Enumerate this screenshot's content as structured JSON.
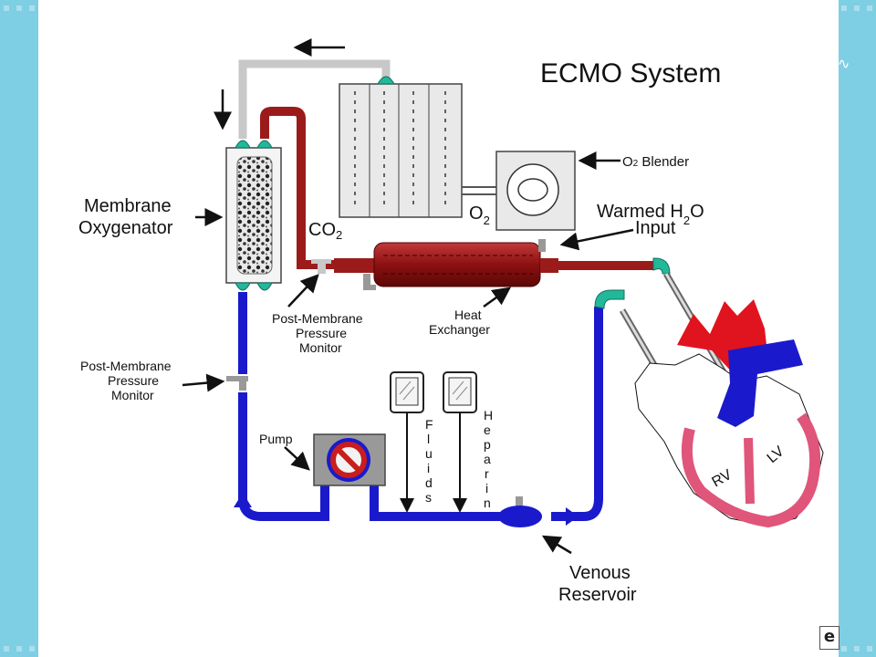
{
  "title": "ECMO System",
  "labels": {
    "oxygenator_line1": "Membrane",
    "oxygenator_line2": "Oxygenator",
    "co2_main": "CO",
    "co2_sub": "2",
    "o2_main": "O",
    "o2_sub": "2",
    "o2_blender_main": "O",
    "o2_blender_sub": "2",
    "o2_blender_rest": " Blender",
    "warmed_water_a": "Warmed H",
    "warmed_water_sub": "2",
    "warmed_water_b": "O",
    "warmed_water_line2": "Input",
    "post_membrane_upper_l1": "Post-Membrane",
    "post_membrane_upper_l2": "Pressure",
    "post_membrane_upper_l3": "Monitor",
    "heat_exchanger_l1": "Heat",
    "heat_exchanger_l2": "Exchanger",
    "post_membrane_lower_l1": "Post-Membrane",
    "post_membrane_lower_l2": "Pressure",
    "post_membrane_lower_l3": "Monitor",
    "pump": "Pump",
    "fluids": [
      "F",
      "l",
      "u",
      "i",
      "d",
      "s"
    ],
    "heparin": [
      "H",
      "e",
      "p",
      "a",
      "r",
      "i",
      "n"
    ],
    "venous_l1": "Venous",
    "venous_l2": "Reservoir",
    "rv": "RV",
    "lv": "LV"
  },
  "colors": {
    "arterial": "#9b1b1b",
    "venous": "#1a1acc",
    "connector": "#22b89a",
    "tube_gray": "#c8c8c8",
    "heart_wall": "#e0557a",
    "aorta": "#e0141e",
    "background": "#7ecfe3"
  },
  "icons": {
    "pump": "pump-no-symbol-icon",
    "fluid_bag": "fluid-bag-icon",
    "heart": "heart-icon"
  }
}
